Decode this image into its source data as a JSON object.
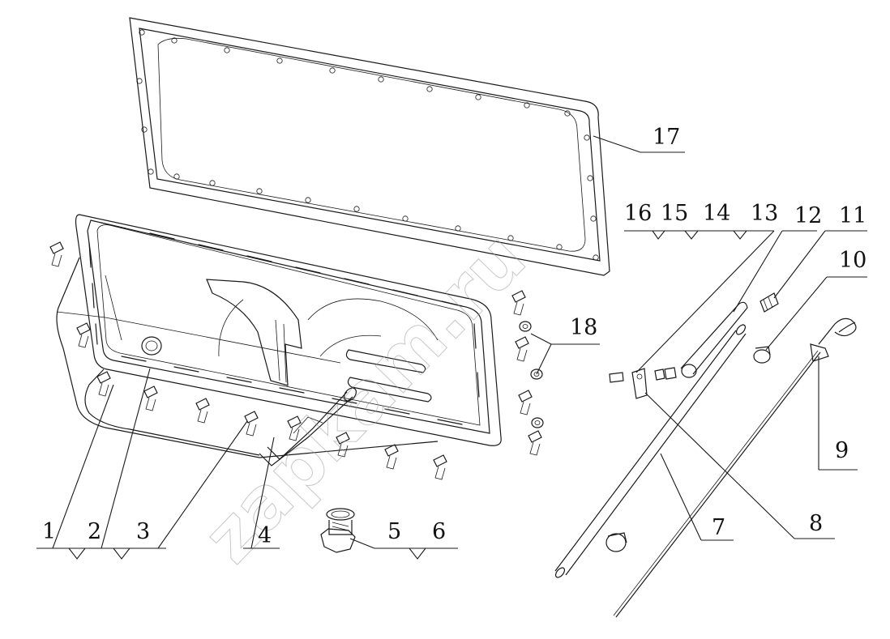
{
  "watermark": "zapkam.ru",
  "callouts": [
    {
      "id": "c1",
      "label": "1"
    },
    {
      "id": "c2",
      "label": "2"
    },
    {
      "id": "c3",
      "label": "3"
    },
    {
      "id": "c4",
      "label": "4"
    },
    {
      "id": "c5",
      "label": "5"
    },
    {
      "id": "c6",
      "label": "6"
    },
    {
      "id": "c7",
      "label": "7"
    },
    {
      "id": "c8",
      "label": "8"
    },
    {
      "id": "c9",
      "label": "9"
    },
    {
      "id": "c10",
      "label": "10"
    },
    {
      "id": "c11",
      "label": "11"
    },
    {
      "id": "c12",
      "label": "12"
    },
    {
      "id": "c13",
      "label": "13"
    },
    {
      "id": "c14",
      "label": "14"
    },
    {
      "id": "c15",
      "label": "15"
    },
    {
      "id": "c16",
      "label": "16"
    },
    {
      "id": "c17",
      "label": "17"
    },
    {
      "id": "c18",
      "label": "18"
    }
  ]
}
